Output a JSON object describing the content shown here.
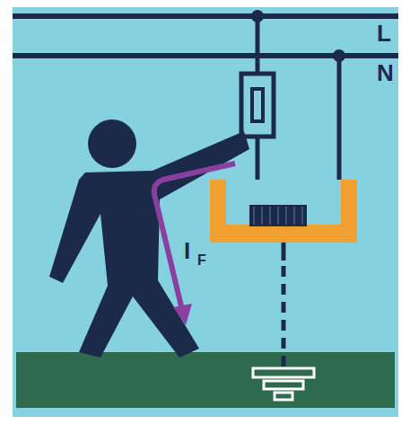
{
  "diagram": {
    "labels": [
      "L",
      "N",
      "I",
      "F"
    ]
  }
}
